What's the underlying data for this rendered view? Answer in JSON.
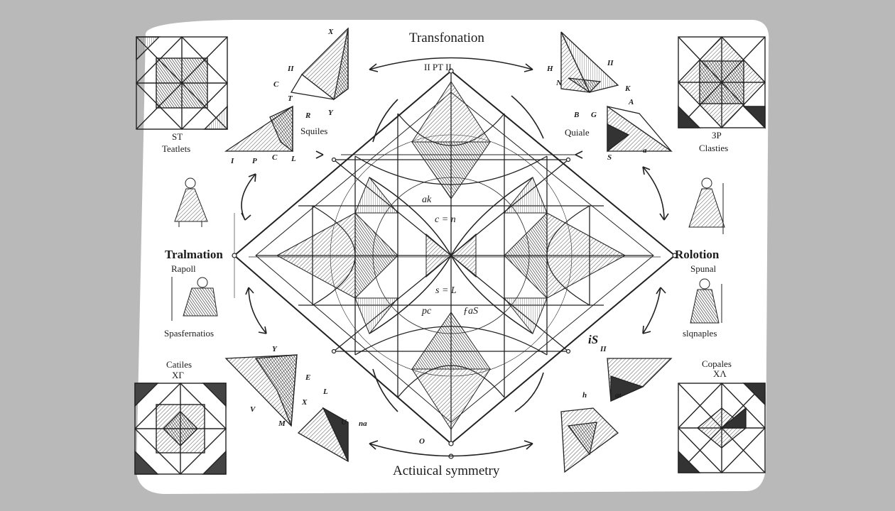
{
  "labels": {
    "top_title": "Transfonation",
    "bottom_title": "Actiuical symmetry",
    "left_main": "Tralmation",
    "left_sub": "Rapoll",
    "left_caption": "Spasfernatios",
    "right_main": "Rolotion",
    "right_sub": "Spunal",
    "right_caption": "slqnaples",
    "tl_caption1": "ST",
    "tl_caption2": "Teatlets",
    "tr_caption1": "ЗP",
    "tr_caption2": "Clasties",
    "bl_caption1": "Catiles",
    "bl_caption2": "ΧΓ",
    "br_caption1": "Copales",
    "br_caption2": "ΧΛ",
    "squiles": "Squiles",
    "quiale": "Quiale",
    "center_ak": "ak",
    "center_cn": "c = n",
    "center_sl": "s = L",
    "center_pc": "pc",
    "center_fas": "ƒaS",
    "is_mark": "iS",
    "top_letters": "II  PT  II"
  },
  "letter_marks": [
    "X",
    "II",
    "C",
    "T",
    "R",
    "Y",
    "I",
    "P",
    "C",
    "L",
    "H",
    "N",
    "B",
    "G",
    "A",
    "II",
    "K",
    "S",
    "a",
    "E",
    "X",
    "L",
    "Y",
    "V",
    "M",
    "U",
    "na",
    "h",
    "at",
    "II",
    "O"
  ]
}
